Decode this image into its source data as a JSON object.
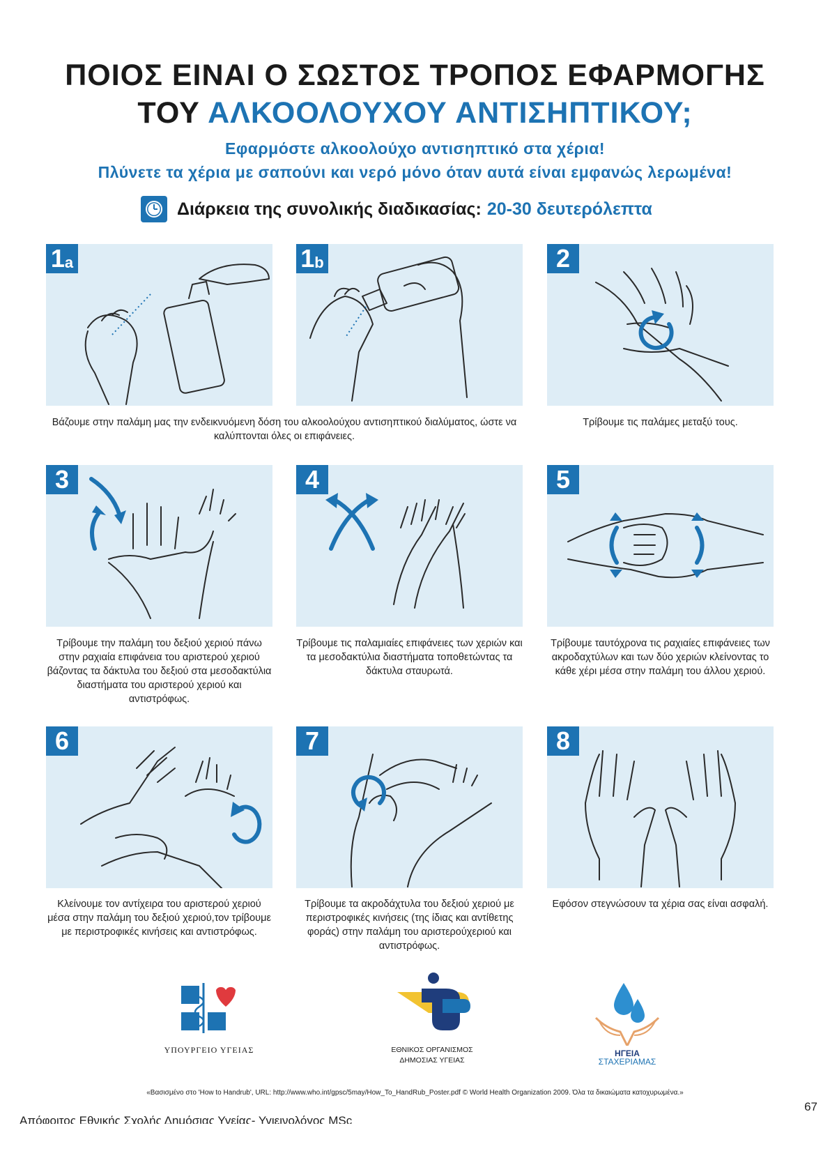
{
  "header": {
    "title_line1": "ΠΟΙΟΣ ΕΙΝΑΙ Ο ΣΩΣΤΟΣ ΤΡΟΠΟΣ ΕΦΑΡΜΟΓΗΣ",
    "title_line2_black": "ΤΟΥ",
    "title_line2_blue": "ΑΛΚΟΟΛΟΥΧΟΥ ΑΝΤΙΣΗΠΤΙΚΟΥ;",
    "subtitle_line1": "Εφαρμόστε αλκοολούχο αντισηπτικό στα χέρια!",
    "subtitle_line2": "Πλύνετε τα χέρια με σαπούνι και νερό μόνο όταν αυτά είναι εμφανώς λερωμένα!",
    "duration_label": "Διάρκεια της συνολικής διαδικασίας:",
    "duration_value": "20-30 δευτερόλεπτα"
  },
  "steps": [
    {
      "num": "1",
      "sub": "a"
    },
    {
      "num": "1",
      "sub": "b",
      "caption": "Βάζουμε στην παλάμη μας την ενδεικνυόμενη  δόση  του αλκοολούχου αντισηπτικού διαλύματος, ώστε να καλύπτονται όλες οι επιφάνειες."
    },
    {
      "num": "2",
      "sub": "",
      "caption": "Τρίβουμε τις παλάμες μεταξύ τους."
    },
    {
      "num": "3",
      "sub": "",
      "caption": "Τρίβουμε την παλάμη του δεξιού χεριού πάνω στην ραχιαία επιφάνεια του αριστερού χεριού βάζοντας τα δάκτυλα του δεξιού στα μεσοδακτύλια διαστήματα του αριστερού χεριού και αντιστρόφως."
    },
    {
      "num": "4",
      "sub": "",
      "caption": "Τρίβουμε τις παλαμιαίες επιφάνειες των χεριών και τα μεσοδακτύλια διαστήματα τοποθετώντας τα δάκτυλα σταυρωτά."
    },
    {
      "num": "5",
      "sub": "",
      "caption": "Τρίβουμε ταυτόχρονα τις ραχιαίες επιφάνειες των ακροδαχτύλων και των δύο χεριών κλείνοντας το κάθε χέρι μέσα στην παλάμη του άλλου χεριού."
    },
    {
      "num": "6",
      "sub": "",
      "caption": "Κλείνουμε τον αντίχειρα του αριστερού χεριού μέσα στην παλάμη του δεξιού χεριού,τον τρίβουμε με περιστροφικές κινήσεις και αντιστρόφως."
    },
    {
      "num": "7",
      "sub": "",
      "caption": "Τρίβουμε τα ακροδάχτυλα του δεξιού χεριού με περιστροφικές κινήσεις (της ίδιας και αντίθετης φοράς) στην παλάμη του αριστερούχεριού και αντιστρόφως."
    },
    {
      "num": "8",
      "sub": "",
      "caption": "Εφόσον στεγνώσουν τα χέρια σας είναι ασφαλή."
    }
  ],
  "logos": {
    "ministry": "ΥΠΟΥΡΓΕΙΟ ΥΓΕΙΑΣ",
    "eody_line1": "ΕΘΝΙΚΟΣ ΟΡΓΑΝΙΣΜΟΣ",
    "eody_line2": "ΔΗΜΟΣΙΑΣ ΥΓΕΙΑΣ",
    "campaign_line1": "ΗΓΕΙΑ",
    "campaign_line2": "ΣΤΑΧΕΡΙΑΜΑΣ"
  },
  "footer": {
    "credit": "«Βασισμένο στο 'How to Handrub', URL: http://www.who.int/gpsc/5may/How_To_HandRub_Poster.pdf © World Health Organization 2009. Όλα τα δικαιώματα κατοχυρωμένα.»",
    "page_number": "67",
    "bottom_text": "Απόφοιτος Εθνικής Σχολής Δημόσιας Υγείας- Υγιεινολόγος MSc"
  },
  "colors": {
    "accent": "#1d73b3",
    "panel": "#deedf6",
    "ministry_red": "#e03a3e",
    "eody_yellow": "#f2c331",
    "eody_navy": "#1f3d7c"
  }
}
